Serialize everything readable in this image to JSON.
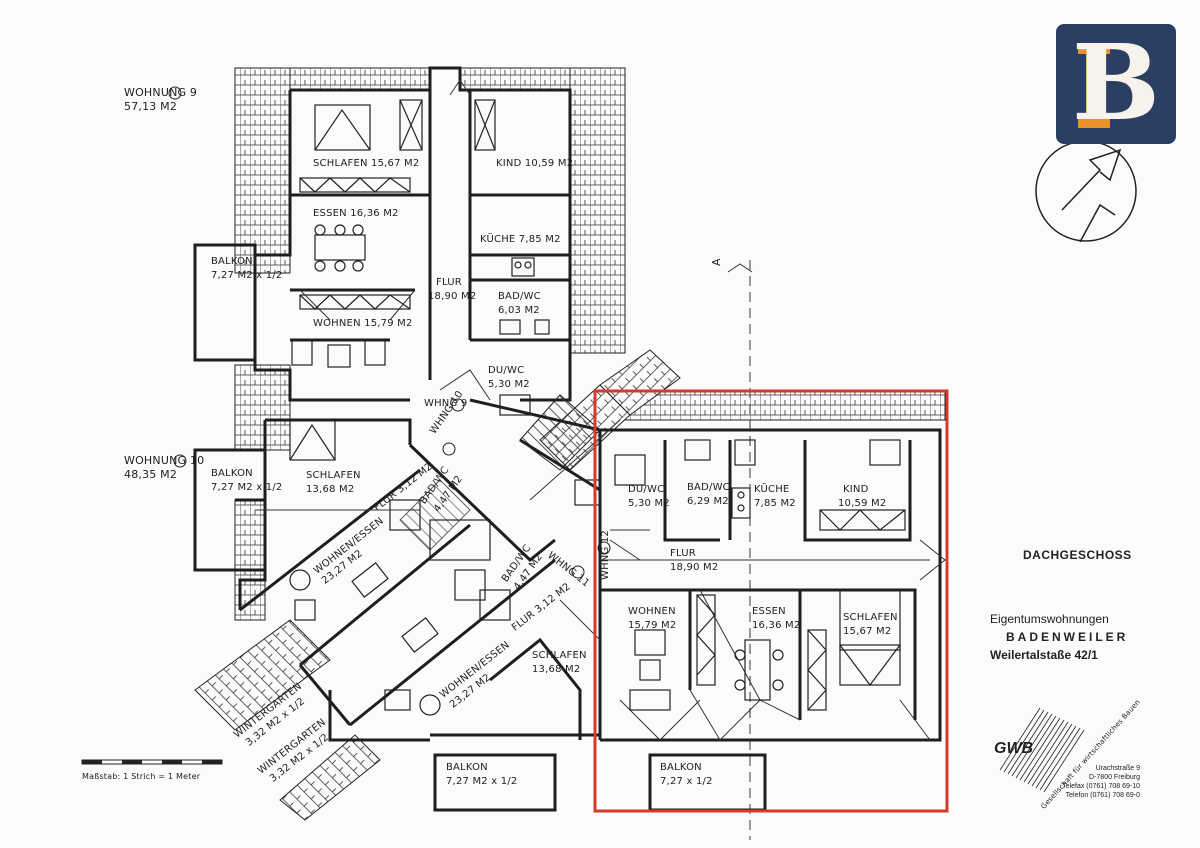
{
  "brand": {
    "letter": "B",
    "bg": "#2b3f63",
    "accent": "#e8922d"
  },
  "title_block": {
    "floor": "DACHGESCHOSS",
    "type": "Eigentumswohnungen",
    "town": "BADENWEILER",
    "street": "Weilertalstaße 42/1"
  },
  "scale_text": "Maßstab: 1 Strich = 1 Meter",
  "section_marker": "A",
  "gwb": {
    "mark": "GWB",
    "company": "Gesellschaft für wirtschaftliches Bauen",
    "address": [
      "Urachstraße 9",
      "D-7800 Freiburg",
      "Telefax (0761) 708 69-10",
      "Telefon (0761) 708 69-0"
    ]
  },
  "colors": {
    "highlight": "#d9372c",
    "ink": "#1e1e1e"
  },
  "units": {
    "w9": {
      "name": "WOHNUNG 9",
      "area": "57,13 M2"
    },
    "w10": {
      "name": "WOHNUNG 10",
      "area": "48,35 M2"
    }
  },
  "rooms": {
    "w9_schlafen": "SCHLAFEN 15,67 M2",
    "w9_kind": "KIND 10,59 M2",
    "w9_essen": "ESSEN 16,36 M2",
    "w9_kueche": "KÜCHE 7,85 M2",
    "w9_balkon": [
      "BALKON",
      "7,27 M2 x 1/2"
    ],
    "w9_flur": [
      "FLUR",
      "18,90 M2"
    ],
    "w9_bad": [
      "BAD/WC",
      "6,03 M2"
    ],
    "w9_wohnen": "WOHNEN 15,79 M2",
    "w9_duwc": [
      "DU/WC",
      "5,30 M2"
    ],
    "wng9": "WHNG 9",
    "wng10": "WHNG 10",
    "w10_balkon": [
      "BALKON",
      "7,27 M2 x 1/2"
    ],
    "w10_schlafen": [
      "SCHLAFEN",
      "13,68 M2"
    ],
    "w10_flur": "FLUR 3,12 M2",
    "w10_bad": [
      "BAD/WC",
      "4,47 M2"
    ],
    "w10_wohnen": [
      "WOHNEN/ESSEN",
      "23,27 M2"
    ],
    "w11_bad": [
      "BAD/WC",
      "4,47 M2"
    ],
    "wng11": "WHNG 11",
    "w11_flur": "FLUR 3,12 M2",
    "w11_wohnen": [
      "WOHNEN/ESSEN",
      "23,27 M2"
    ],
    "w11_schlafen": [
      "SCHLAFEN",
      "13,68 M2"
    ],
    "wintergarten_a": [
      "WINTERGARTEN",
      "3,32 M2 x 1/2"
    ],
    "wintergarten_b": [
      "WINTERGARTEN",
      "3,32 M2 x 1/2"
    ],
    "balkon_bottom": [
      "BALKON",
      "7,27 M2 x 1/2"
    ],
    "w12_duwc": [
      "DU/WC",
      "5,30 M2"
    ],
    "w12_bad": [
      "BAD/WC",
      "6,29 M2"
    ],
    "w12_kueche": [
      "KÜCHE",
      "7,85 M2"
    ],
    "w12_kind": [
      "KIND",
      "10,59 M2"
    ],
    "wng12": "WHNG 12",
    "w12_flur": [
      "FLUR",
      "18,90 M2"
    ],
    "w12_wohnen": [
      "WOHNEN",
      "15,79 M2"
    ],
    "w12_essen": [
      "ESSEN",
      "16,36 M2"
    ],
    "w12_schlafen": [
      "SCHLAFEN",
      "15,67 M2"
    ],
    "w12_balkon": [
      "BALKON",
      "7,27 x 1/2"
    ]
  }
}
